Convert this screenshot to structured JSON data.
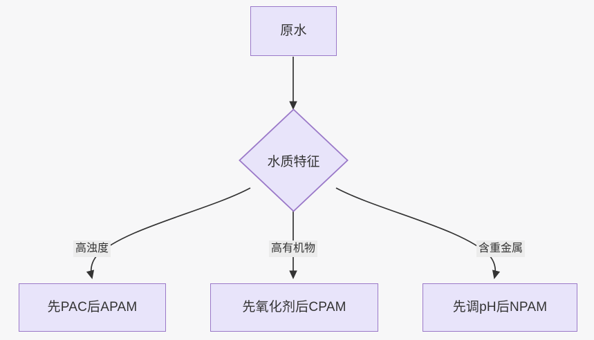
{
  "diagram": {
    "type": "flowchart",
    "direction": "top-down",
    "background_color": "#f7f7f8",
    "node_fill_color": "#e8e4fa",
    "node_border_color": "#9a78c8",
    "edge_color": "#333333",
    "label_background_color": "#ececec",
    "text_color": "#333333",
    "nodes": [
      {
        "id": "raw-water",
        "label": "原水",
        "shape": "rect"
      },
      {
        "id": "water-quality",
        "label": "水质特征",
        "shape": "diamond"
      },
      {
        "id": "option-pac-apam",
        "label": "先PAC后APAM",
        "shape": "rect"
      },
      {
        "id": "option-oxidant-cpam",
        "label": "先氧化剂后CPAM",
        "shape": "rect"
      },
      {
        "id": "option-ph-npam",
        "label": "先调pH后NPAM",
        "shape": "rect"
      }
    ],
    "edges": [
      {
        "from": "raw-water",
        "to": "water-quality",
        "label": ""
      },
      {
        "from": "water-quality",
        "to": "option-pac-apam",
        "label": "高浊度"
      },
      {
        "from": "water-quality",
        "to": "option-oxidant-cpam",
        "label": "高有机物"
      },
      {
        "from": "water-quality",
        "to": "option-ph-npam",
        "label": "含重金属"
      }
    ]
  }
}
